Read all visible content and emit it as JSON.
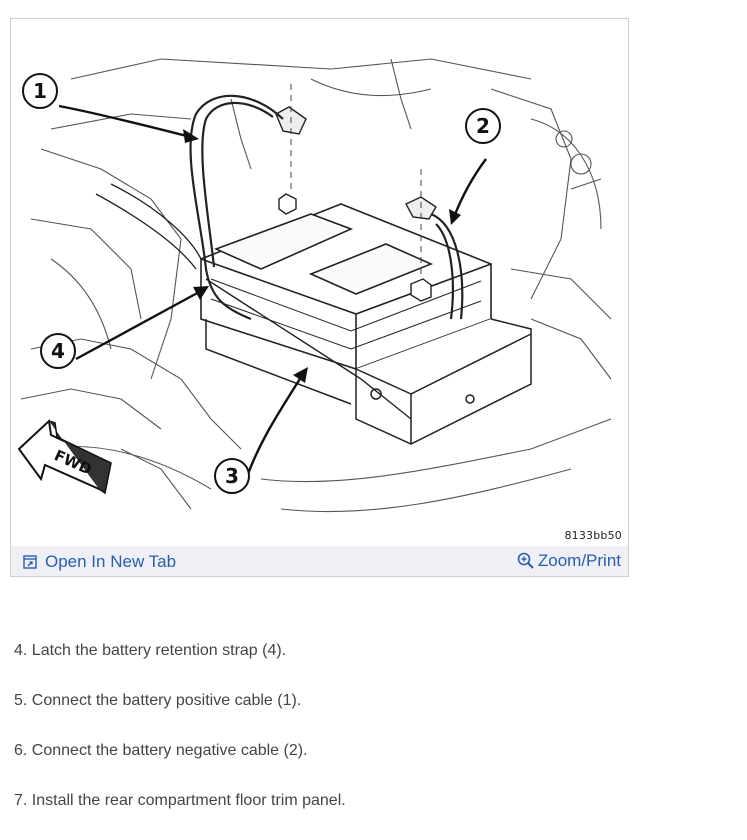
{
  "figure": {
    "callouts": [
      "1",
      "2",
      "3",
      "4"
    ],
    "direction_label": "FWD",
    "figure_id": "8133bb50"
  },
  "footer": {
    "open_label": "Open In New Tab",
    "zoom_label": "Zoom/Print"
  },
  "steps": [
    "4. Latch the battery retention strap (4).",
    "5. Connect the battery positive cable (1).",
    "6. Connect the battery negative cable (2).",
    "7. Install the rear compartment floor trim panel."
  ],
  "colors": {
    "link": "#2a5db0",
    "footer_bg": "#eef0f6",
    "border": "#cfcfcf",
    "text": "#444444"
  }
}
